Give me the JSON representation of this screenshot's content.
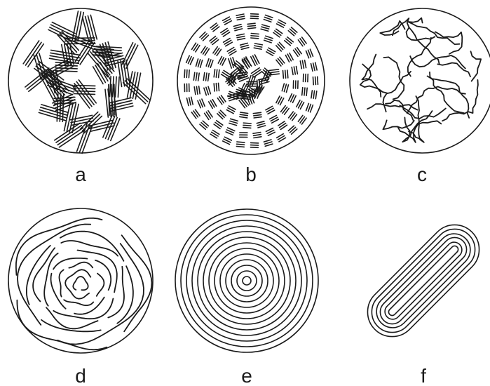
{
  "panels": [
    {
      "label": "a",
      "shape": "random-bundles"
    },
    {
      "label": "b",
      "shape": "bundles-concentric"
    },
    {
      "label": "c",
      "shape": "random-curves"
    },
    {
      "label": "d",
      "shape": "wavy-concentric"
    },
    {
      "label": "e",
      "shape": "concentric-circles"
    },
    {
      "label": "f",
      "shape": "nested-stadium"
    }
  ],
  "colors": {
    "ink": "#1a1a1a",
    "background": "#ffffff"
  }
}
